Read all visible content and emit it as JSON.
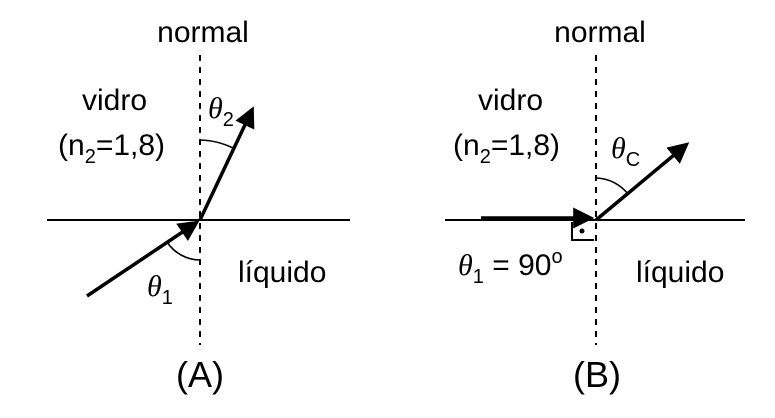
{
  "panel_a": {
    "normal_label": "normal",
    "medium_top_name": "vidro",
    "medium_top_index_prefix": "(n",
    "medium_top_index_sub": "2",
    "medium_top_index_suffix": "=1,8)",
    "medium_bottom_name": "líquido",
    "angle_refracted_symbol": "θ",
    "angle_refracted_sub": "2",
    "angle_incident_symbol": "θ",
    "angle_incident_sub": "1",
    "caption": "(A)"
  },
  "panel_b": {
    "normal_label": "normal",
    "medium_top_name": "vidro",
    "medium_top_index_prefix": "(n",
    "medium_top_index_sub": "2",
    "medium_top_index_suffix": "=1,8)",
    "medium_bottom_name": "líquido",
    "angle_critical_symbol": "θ",
    "angle_critical_sub": "C",
    "angle_incident_symbol": "θ",
    "angle_incident_sub": "1",
    "angle_incident_value": " = 90",
    "angle_incident_unit": "o",
    "caption": "(B)"
  }
}
